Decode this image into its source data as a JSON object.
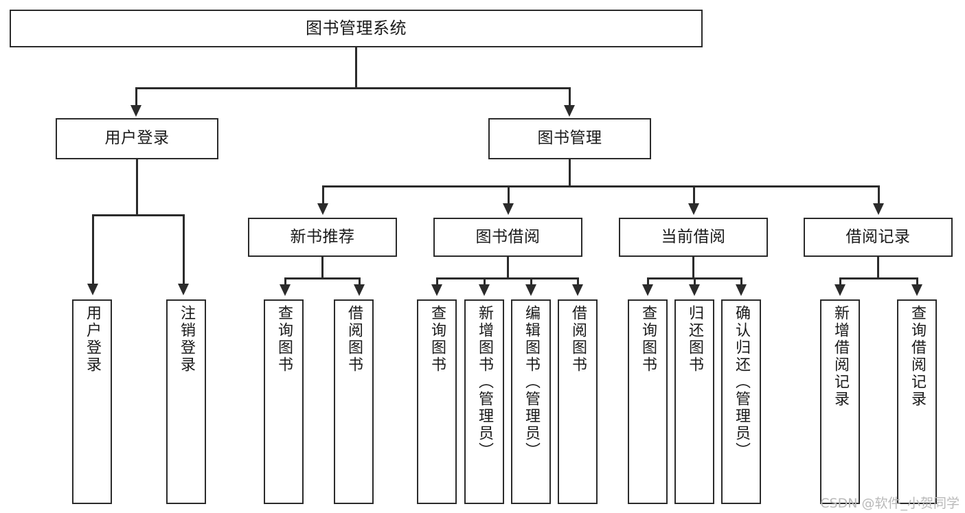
{
  "diagram": {
    "type": "tree-hierarchy-chart",
    "title": "图书管理系统",
    "root": {
      "label": "图书管理系统"
    },
    "level2": [
      {
        "label": "用户登录"
      },
      {
        "label": "图书管理"
      }
    ],
    "level3": [
      {
        "label": "新书推荐"
      },
      {
        "label": "图书借阅"
      },
      {
        "label": "当前借阅"
      },
      {
        "label": "借阅记录"
      }
    ],
    "leaves": {
      "user_login": [
        {
          "label": "用户登录"
        },
        {
          "label": "注销登录"
        }
      ],
      "new_book_recommend": [
        {
          "label": "查询图书"
        },
        {
          "label": "借阅图书"
        }
      ],
      "book_borrow": [
        {
          "label": "查询图书"
        },
        {
          "label": "新增图书（管理员）"
        },
        {
          "label": "编辑图书（管理员）"
        },
        {
          "label": "借阅图书"
        }
      ],
      "current_borrow": [
        {
          "label": "查询图书"
        },
        {
          "label": "归还图书"
        },
        {
          "label": "确认归还（管理员）"
        }
      ],
      "borrow_record": [
        {
          "label": "新增借阅记录"
        },
        {
          "label": "查询借阅记录"
        }
      ]
    },
    "watermark": "CSDN @软件_小贺同学",
    "colors": {
      "stroke": "#2b2b2b",
      "fill": "#ffffff",
      "text": "#1a1a1a",
      "watermark": "#b9b9b9"
    }
  }
}
